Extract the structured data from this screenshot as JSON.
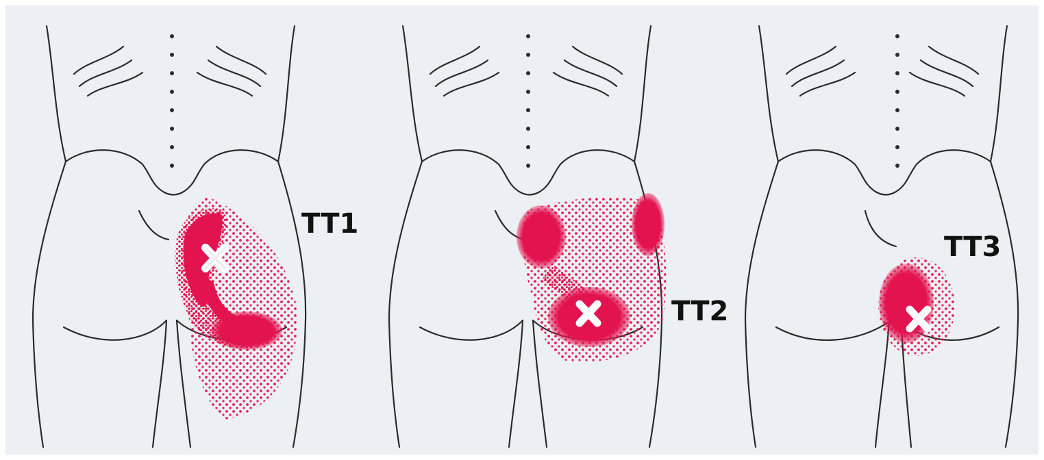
{
  "diagram": {
    "panels": [
      {
        "label": "TT1",
        "marker": "trigger-point-x"
      },
      {
        "label": "TT2",
        "marker": "trigger-point-x"
      },
      {
        "label": "TT3",
        "marker": "trigger-point-x"
      }
    ],
    "colors": {
      "background": "#eceff3",
      "outline": "#2b2b2b",
      "pain_zone": "#e3134f",
      "marker": "#ffffff"
    }
  }
}
